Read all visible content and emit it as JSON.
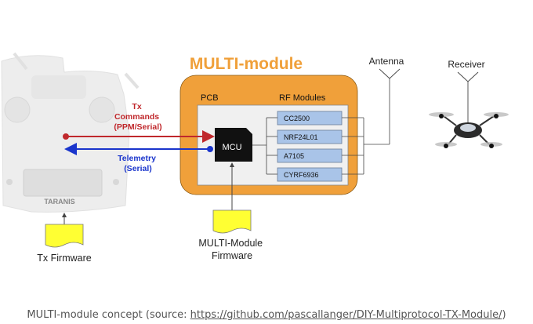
{
  "diagram": {
    "module_title": "MULTI-module",
    "pcb_label": "PCB",
    "rf_label": "RF Modules",
    "mcu_label": "MCU",
    "rf_modules": [
      "CC2500",
      "NRF24L01",
      "A7105",
      "CYRF6936"
    ],
    "antenna_label": "Antenna",
    "receiver_label": "Receiver",
    "tx_commands_lines": [
      "Tx",
      "Commands",
      "(PPM/Serial)"
    ],
    "telemetry_lines": [
      "Telemetry",
      "(Serial)"
    ],
    "tx_firmware_label": "Tx Firmware",
    "module_firmware_lines": [
      "MULTI-Module",
      "Firmware"
    ],
    "transmitter_brand": "TARANIS",
    "colors": {
      "module_orange": "#f0a03a",
      "title_orange": "#f0a03a",
      "rf_blue": "#a9c4e8",
      "commands_red": "#c0282c",
      "telemetry_blue": "#1a35cc",
      "firmware_yellow": "#ffff33"
    }
  },
  "caption": {
    "prefix": "MULTI-module concept (source: ",
    "link": "https://github.com/pascallanger/DIY-Multiprotocol-TX-Module/",
    "suffix": ")"
  }
}
